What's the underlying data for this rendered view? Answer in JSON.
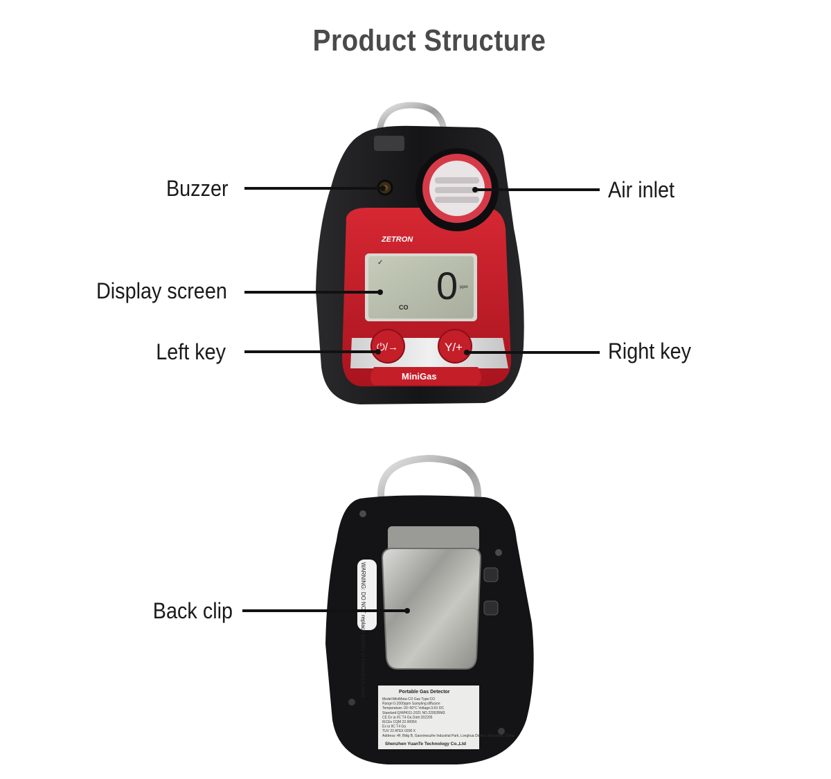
{
  "title": "Product Structure",
  "labels": {
    "buzzer": "Buzzer",
    "air_inlet": "Air inlet",
    "display_screen": "Display screen",
    "left_key": "Left key",
    "right_key": "Right key",
    "back_clip": "Back clip"
  },
  "device": {
    "brand": "ZETRON",
    "model": "MiniGas",
    "reading": "0",
    "unit": "ppm",
    "gas": "CO",
    "left_key_glyph": "⏻/→",
    "right_key_glyph": "Y/+"
  },
  "back_label": {
    "heading": "Portable Gas Detector",
    "warning": "WARNING: DO NOT replace battery in hazardous area",
    "lines": [
      "Model:MiniMeta-CO        Gas Type:CO",
      "Range:0-2000ppm          Sampling:diffusion",
      "Temperature:-20~50°C     Voltage:3.6V DC",
      "Standard:Q/WH011-2021    NO.22052BM3",
      "CE Ex ia IIC T4 Ga       Date:202205",
      "IECEx CQM 22.0005X",
      "Ex ia IIC T4 Ga",
      "TUV 22 ATEX 0200 X",
      "Address: 4F, Bldg B, Gaoxinwuzhe Industrial Park, Longhua District, Shenzhen, China"
    ],
    "company": "Shenzhen YuanTe Technology Co.,Ltd"
  },
  "colors": {
    "title": "#4a4a4a",
    "body": "#1c1c1e",
    "faceplate": "#c8202c",
    "lcd": "#b9bfae",
    "clip": "#b8b8b4"
  }
}
